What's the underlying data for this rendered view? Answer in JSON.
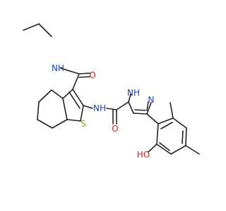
{
  "molecule": {
    "atom_labels": {
      "nh_amide_top": "NH",
      "nh_amide_mid": "NH",
      "o_carbonyl_top": "O",
      "o_carbonyl_bottom": "O",
      "s_thiophene": "S",
      "nh_pyrazole": "NH",
      "n_pyrazole": "N",
      "ho_phenol": "HO",
      "h_label": "H"
    },
    "colors": {
      "bond": "#222222",
      "nitrogen": "#1f3fbf",
      "oxygen": "#d81e1e",
      "sulfur": "#b39b00",
      "carbon_text": "#222222"
    }
  }
}
